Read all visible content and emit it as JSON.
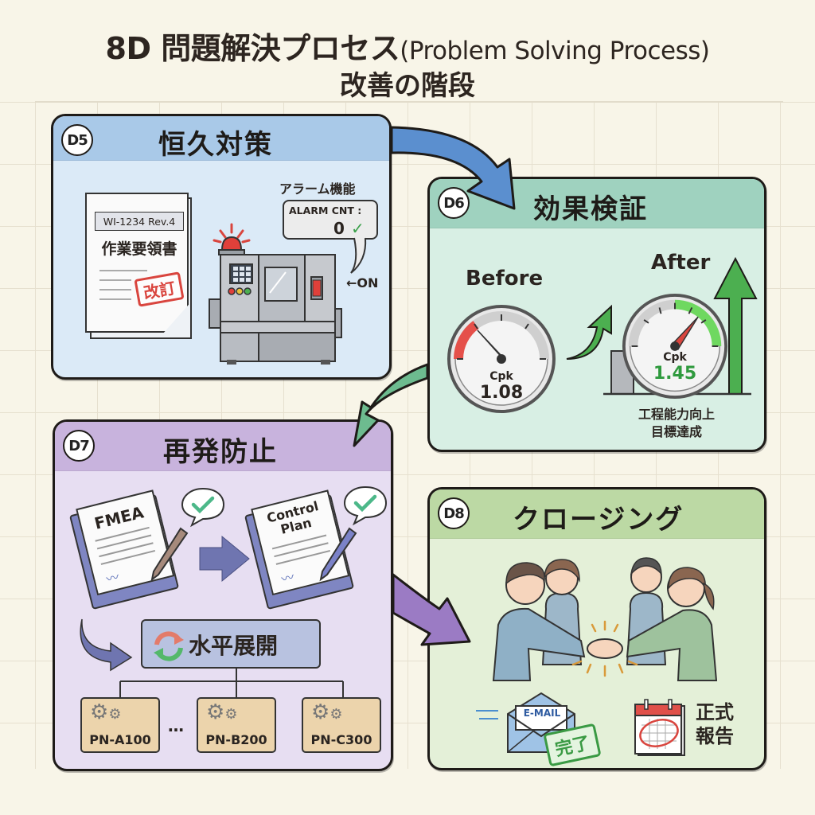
{
  "header": {
    "title_jp": "8D 問題解決プロセス",
    "title_en": "(Problem Solving Process)",
    "subtitle": "改善の階段"
  },
  "colors": {
    "d5_band": "#a9c9e8",
    "d6_band": "#9fd2bf",
    "d7_band": "#c8b3dd",
    "d8_band": "#bcd9a4",
    "arrow_blue": "#5b8fcf",
    "arrow_green": "#6dbb8f",
    "arrow_purple": "#9b7bc4",
    "success_green": "#3a9a44",
    "alert_red": "#d9453e"
  },
  "steps": {
    "d5": {
      "badge": "D5",
      "title": "恒久対策",
      "document": {
        "code": "WI-1234 Rev.4",
        "name": "作業要領書",
        "stamp": "改訂"
      },
      "alarm": {
        "label": "アラーム機能",
        "counter_label": "ALARM CNT :",
        "counter_value": "0",
        "switch_label": "←ON"
      }
    },
    "d6": {
      "badge": "D6",
      "title": "効果検証",
      "before": {
        "label": "Before",
        "metric": "Cpk",
        "value": "1.08"
      },
      "after": {
        "label": "After",
        "metric": "Cpk",
        "value": "1.45"
      },
      "result_line1": "工程能力向上",
      "result_line2": "目標達成"
    },
    "d7": {
      "badge": "D7",
      "title": "再発防止",
      "doc1": "FMEA",
      "doc2_line1": "Control",
      "doc2_line2": "Plan",
      "deploy_label": "水平展開",
      "ellipsis": "…",
      "parts": [
        "PN-A100",
        "PN-B200",
        "PN-C300"
      ]
    },
    "d8": {
      "badge": "D8",
      "title": "クロージング",
      "email_label": "E-MAIL",
      "email_stamp": "完了",
      "report_line1": "正式",
      "report_line2": "報告"
    }
  }
}
